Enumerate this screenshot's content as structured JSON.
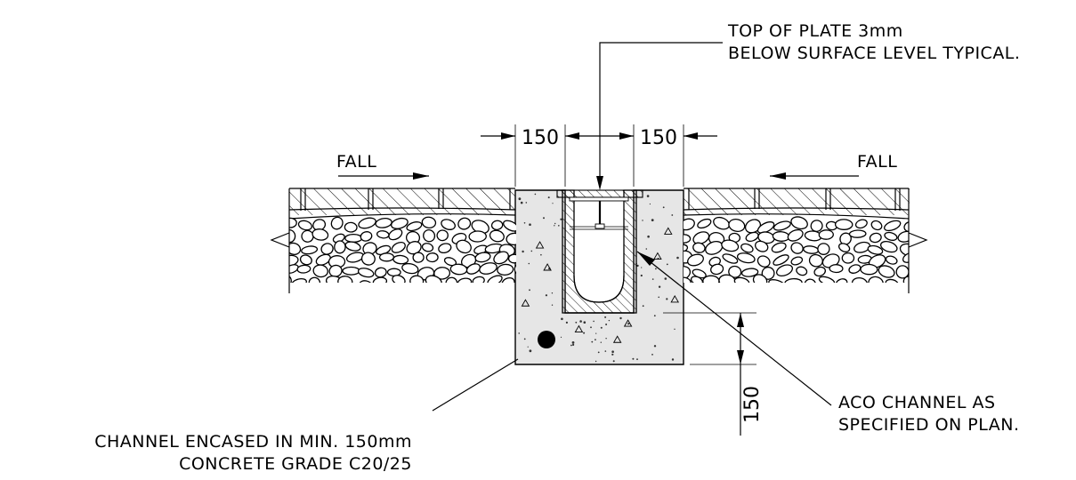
{
  "labels": {
    "top_plate_line1": "TOP OF PLATE 3mm",
    "top_plate_line2": "BELOW SURFACE LEVEL TYPICAL.",
    "fall_left": "FALL",
    "fall_right": "FALL",
    "aco_line1": "ACO CHANNEL AS",
    "aco_line2": "SPECIFIED ON PLAN.",
    "encased_line1": "CHANNEL ENCASED IN MIN. 150mm",
    "encased_line2": "CONCRETE GRADE C20/25"
  },
  "dimensions": {
    "left_side": "150",
    "right_side": "150",
    "base": "150"
  }
}
